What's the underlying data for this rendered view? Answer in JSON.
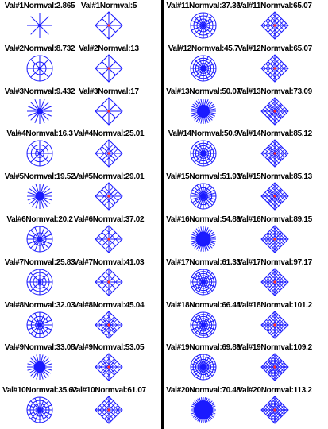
{
  "left": {
    "col1": [
      {
        "label": "Val#1Normval:2.865",
        "symbol": "star-icon",
        "spokes": 8,
        "rings": 0,
        "fill": 0
      },
      {
        "label": "Val#2Normval:8.732",
        "symbol": "star-icon",
        "spokes": 8,
        "rings": 1,
        "fill": 0
      },
      {
        "label": "Val#3Normval:9.432",
        "symbol": "star-icon",
        "spokes": 16,
        "rings": 0,
        "fill": 0.25
      },
      {
        "label": "Val#4Normval:16.3",
        "symbol": "star-icon",
        "spokes": 8,
        "rings": 2,
        "fill": 0
      },
      {
        "label": "Val#5Normval:19.52",
        "symbol": "star-icon",
        "spokes": 20,
        "rings": 0,
        "fill": 0.35
      },
      {
        "label": "Val#6Normval:20.2",
        "symbol": "star-icon",
        "spokes": 16,
        "rings": 1,
        "fill": 0.2
      },
      {
        "label": "Val#7Normval:25.83",
        "symbol": "star-icon",
        "spokes": 8,
        "rings": 3,
        "fill": 0
      },
      {
        "label": "Val#8Normval:32.03",
        "symbol": "star-icon",
        "spokes": 16,
        "rings": 2,
        "fill": 0
      },
      {
        "label": "Val#9Normval:33.08",
        "symbol": "star-icon",
        "spokes": 24,
        "rings": 0,
        "fill": 0.45
      },
      {
        "label": "Val#10Normval:35.62",
        "symbol": "star-icon",
        "spokes": 16,
        "rings": 3,
        "fill": 0.15
      }
    ],
    "col2": [
      {
        "label": "Val#1Normval:5",
        "symbol": "diamond-icon",
        "spokes": 8,
        "grid": 0
      },
      {
        "label": "Val#2Normval:13",
        "symbol": "diamond-icon",
        "spokes": 8,
        "grid": 1
      },
      {
        "label": "Val#3Normval:17",
        "symbol": "diamond-icon",
        "spokes": 8,
        "grid": 1
      },
      {
        "label": "Val#4Normval:25.01",
        "symbol": "diamond-icon",
        "spokes": 8,
        "grid": 2
      },
      {
        "label": "Val#5Normval:29.01",
        "symbol": "diamond-icon",
        "spokes": 8,
        "grid": 2
      },
      {
        "label": "Val#6Normval:37.02",
        "symbol": "diamond-icon",
        "spokes": 8,
        "grid": 3
      },
      {
        "label": "Val#7Normval:41.03",
        "symbol": "diamond-icon",
        "spokes": 8,
        "grid": 3
      },
      {
        "label": "Val#8Normval:45.04",
        "symbol": "diamond-icon",
        "spokes": 8,
        "grid": 4
      },
      {
        "label": "Val#9Normval:53.05",
        "symbol": "diamond-icon",
        "spokes": 8,
        "grid": 4
      },
      {
        "label": "Val#10Normval:61.07",
        "symbol": "diamond-icon",
        "spokes": 8,
        "grid": 5
      }
    ]
  },
  "right": {
    "col1": [
      {
        "label": "Val#11Normval:37.36",
        "symbol": "star-icon",
        "spokes": 16,
        "rings": 3,
        "fill": 0
      },
      {
        "label": "Val#12Normval:45.7",
        "symbol": "star-icon",
        "spokes": 16,
        "rings": 4,
        "fill": 0.15
      },
      {
        "label": "Val#13Normval:50.07",
        "symbol": "star-icon",
        "spokes": 32,
        "rings": 0,
        "fill": 0.5
      },
      {
        "label": "Val#14Normval:50.9",
        "symbol": "star-icon",
        "spokes": 16,
        "rings": 4,
        "fill": 0
      },
      {
        "label": "Val#15Normval:51.93",
        "symbol": "star-icon",
        "spokes": 24,
        "rings": 2,
        "fill": 0.2
      },
      {
        "label": "Val#16Normval:54.89",
        "symbol": "star-icon",
        "spokes": 32,
        "rings": 0,
        "fill": 0.6
      },
      {
        "label": "Val#17Normval:61.33",
        "symbol": "star-icon",
        "spokes": 16,
        "rings": 5,
        "fill": 0.1
      },
      {
        "label": "Val#18Normval:66.44",
        "symbol": "star-icon",
        "spokes": 16,
        "rings": 5,
        "fill": 0
      },
      {
        "label": "Val#19Normval:69.89",
        "symbol": "star-icon",
        "spokes": 24,
        "rings": 4,
        "fill": 0.2
      },
      {
        "label": "Val#20Normval:70.48",
        "symbol": "star-icon",
        "spokes": 40,
        "rings": 0,
        "fill": 0.75
      }
    ],
    "col2": [
      {
        "label": "Val#11Normval:65.07",
        "symbol": "diamond-icon",
        "spokes": 8,
        "grid": 5
      },
      {
        "label": "Val#12Normval:65.07",
        "symbol": "diamond-icon",
        "spokes": 8,
        "grid": 5
      },
      {
        "label": "Val#13Normval:73.09",
        "symbol": "diamond-icon",
        "spokes": 8,
        "grid": 6
      },
      {
        "label": "Val#14Normval:85.12",
        "symbol": "diamond-icon",
        "spokes": 8,
        "grid": 6
      },
      {
        "label": "Val#15Normval:85.13",
        "symbol": "diamond-icon",
        "spokes": 8,
        "grid": 6
      },
      {
        "label": "Val#16Normval:89.15",
        "symbol": "diamond-icon",
        "spokes": 8,
        "grid": 7
      },
      {
        "label": "Val#17Normval:97.17",
        "symbol": "diamond-icon",
        "spokes": 8,
        "grid": 7
      },
      {
        "label": "Val#18Normval:101.2",
        "symbol": "diamond-icon",
        "spokes": 8,
        "grid": 7
      },
      {
        "label": "Val#19Normval:109.2",
        "symbol": "diamond-icon",
        "spokes": 8,
        "grid": 8
      },
      {
        "label": "Val#20Normval:113.2",
        "symbol": "diamond-icon",
        "spokes": 8,
        "grid": 8
      }
    ]
  },
  "colors": {
    "glyph": "#1a1aff",
    "accent": "#ff2a2a",
    "divider": "#000000"
  }
}
